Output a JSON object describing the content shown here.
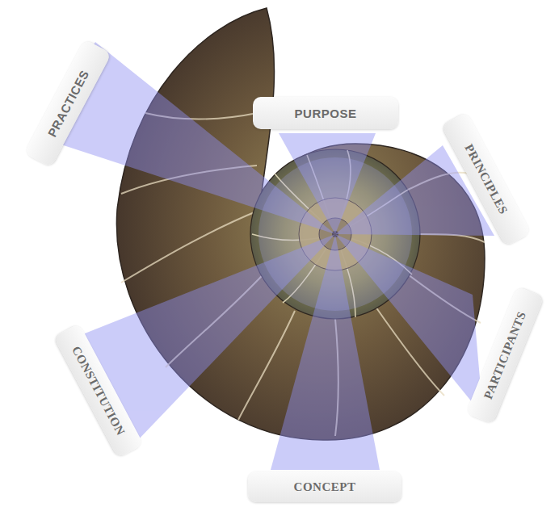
{
  "diagram": {
    "nodes": [
      {
        "text": [
          "PURPOSE"
        ]
      },
      {
        "text": [
          "PRINCIPLES"
        ]
      },
      {
        "text": [
          "PARTICIPANTS"
        ]
      },
      {
        "text": [
          "CONCEPT"
        ]
      },
      {
        "text": [
          "CONSTITUTION"
        ]
      },
      {
        "text": [
          "PRACTICES"
        ]
      }
    ]
  }
}
